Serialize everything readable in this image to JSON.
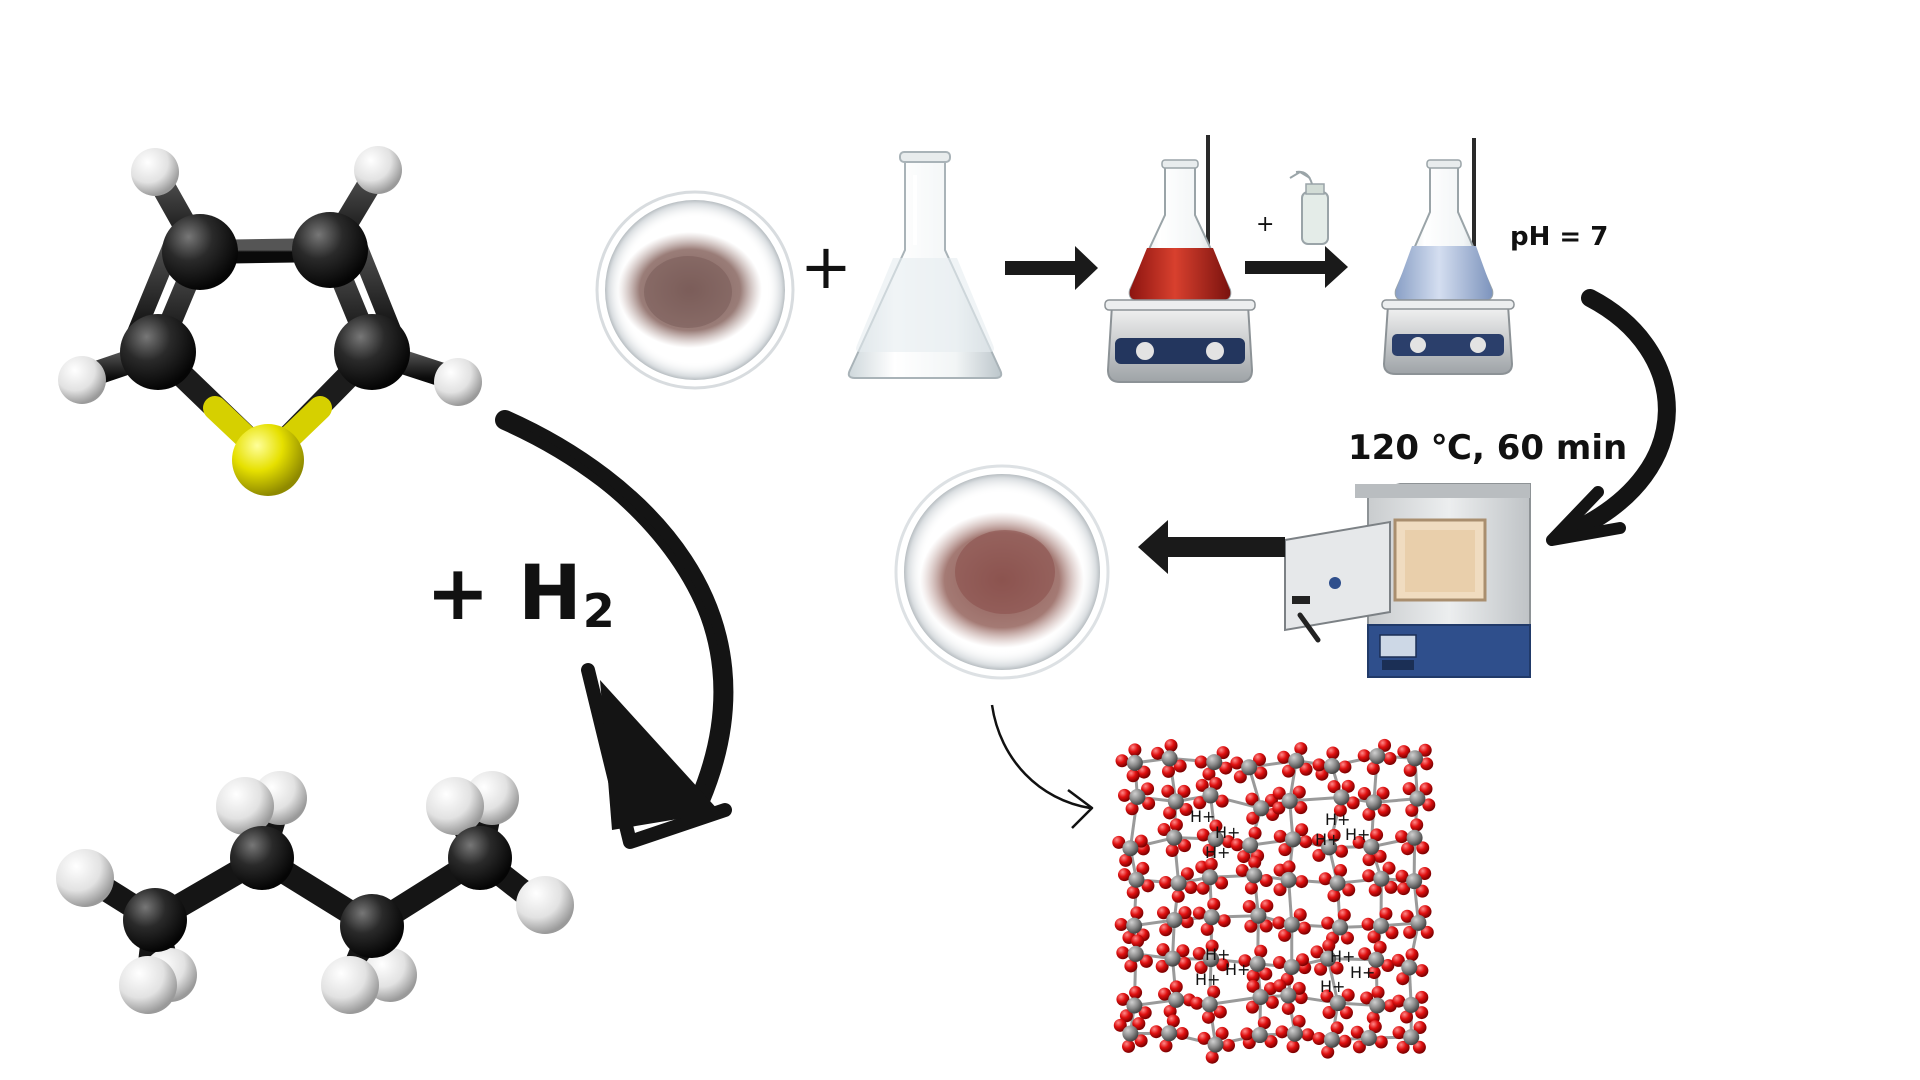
{
  "labels": {
    "hydrogen": "+ H",
    "hydrogen_sub": "2",
    "ph": "pH = 7",
    "condition": "120 ℃, 60 min",
    "plus_main": "+",
    "plus_wash": "+",
    "zeolite_proton": "H+"
  },
  "colors": {
    "carbon": "#1c1c1c",
    "hydrogen": "#e8e8e8",
    "sulfur": "#e3df00",
    "oxygen": "#e01010",
    "silicon": "#8a8a8a",
    "red_solution": "#c42a1e",
    "blue_solution": "#b8c8e6",
    "powder": "#8a6e6a",
    "furnace_body": "#d8dadc",
    "furnace_base": "#2f4f8c",
    "arrow": "#1a1a1a"
  },
  "icons": [
    "thiophene-molecule",
    "butane-molecule",
    "petri-dish",
    "erlenmeyer-flask",
    "magnetic-stirrer",
    "wash-bottle",
    "muffle-furnace",
    "zeolite-framework"
  ]
}
